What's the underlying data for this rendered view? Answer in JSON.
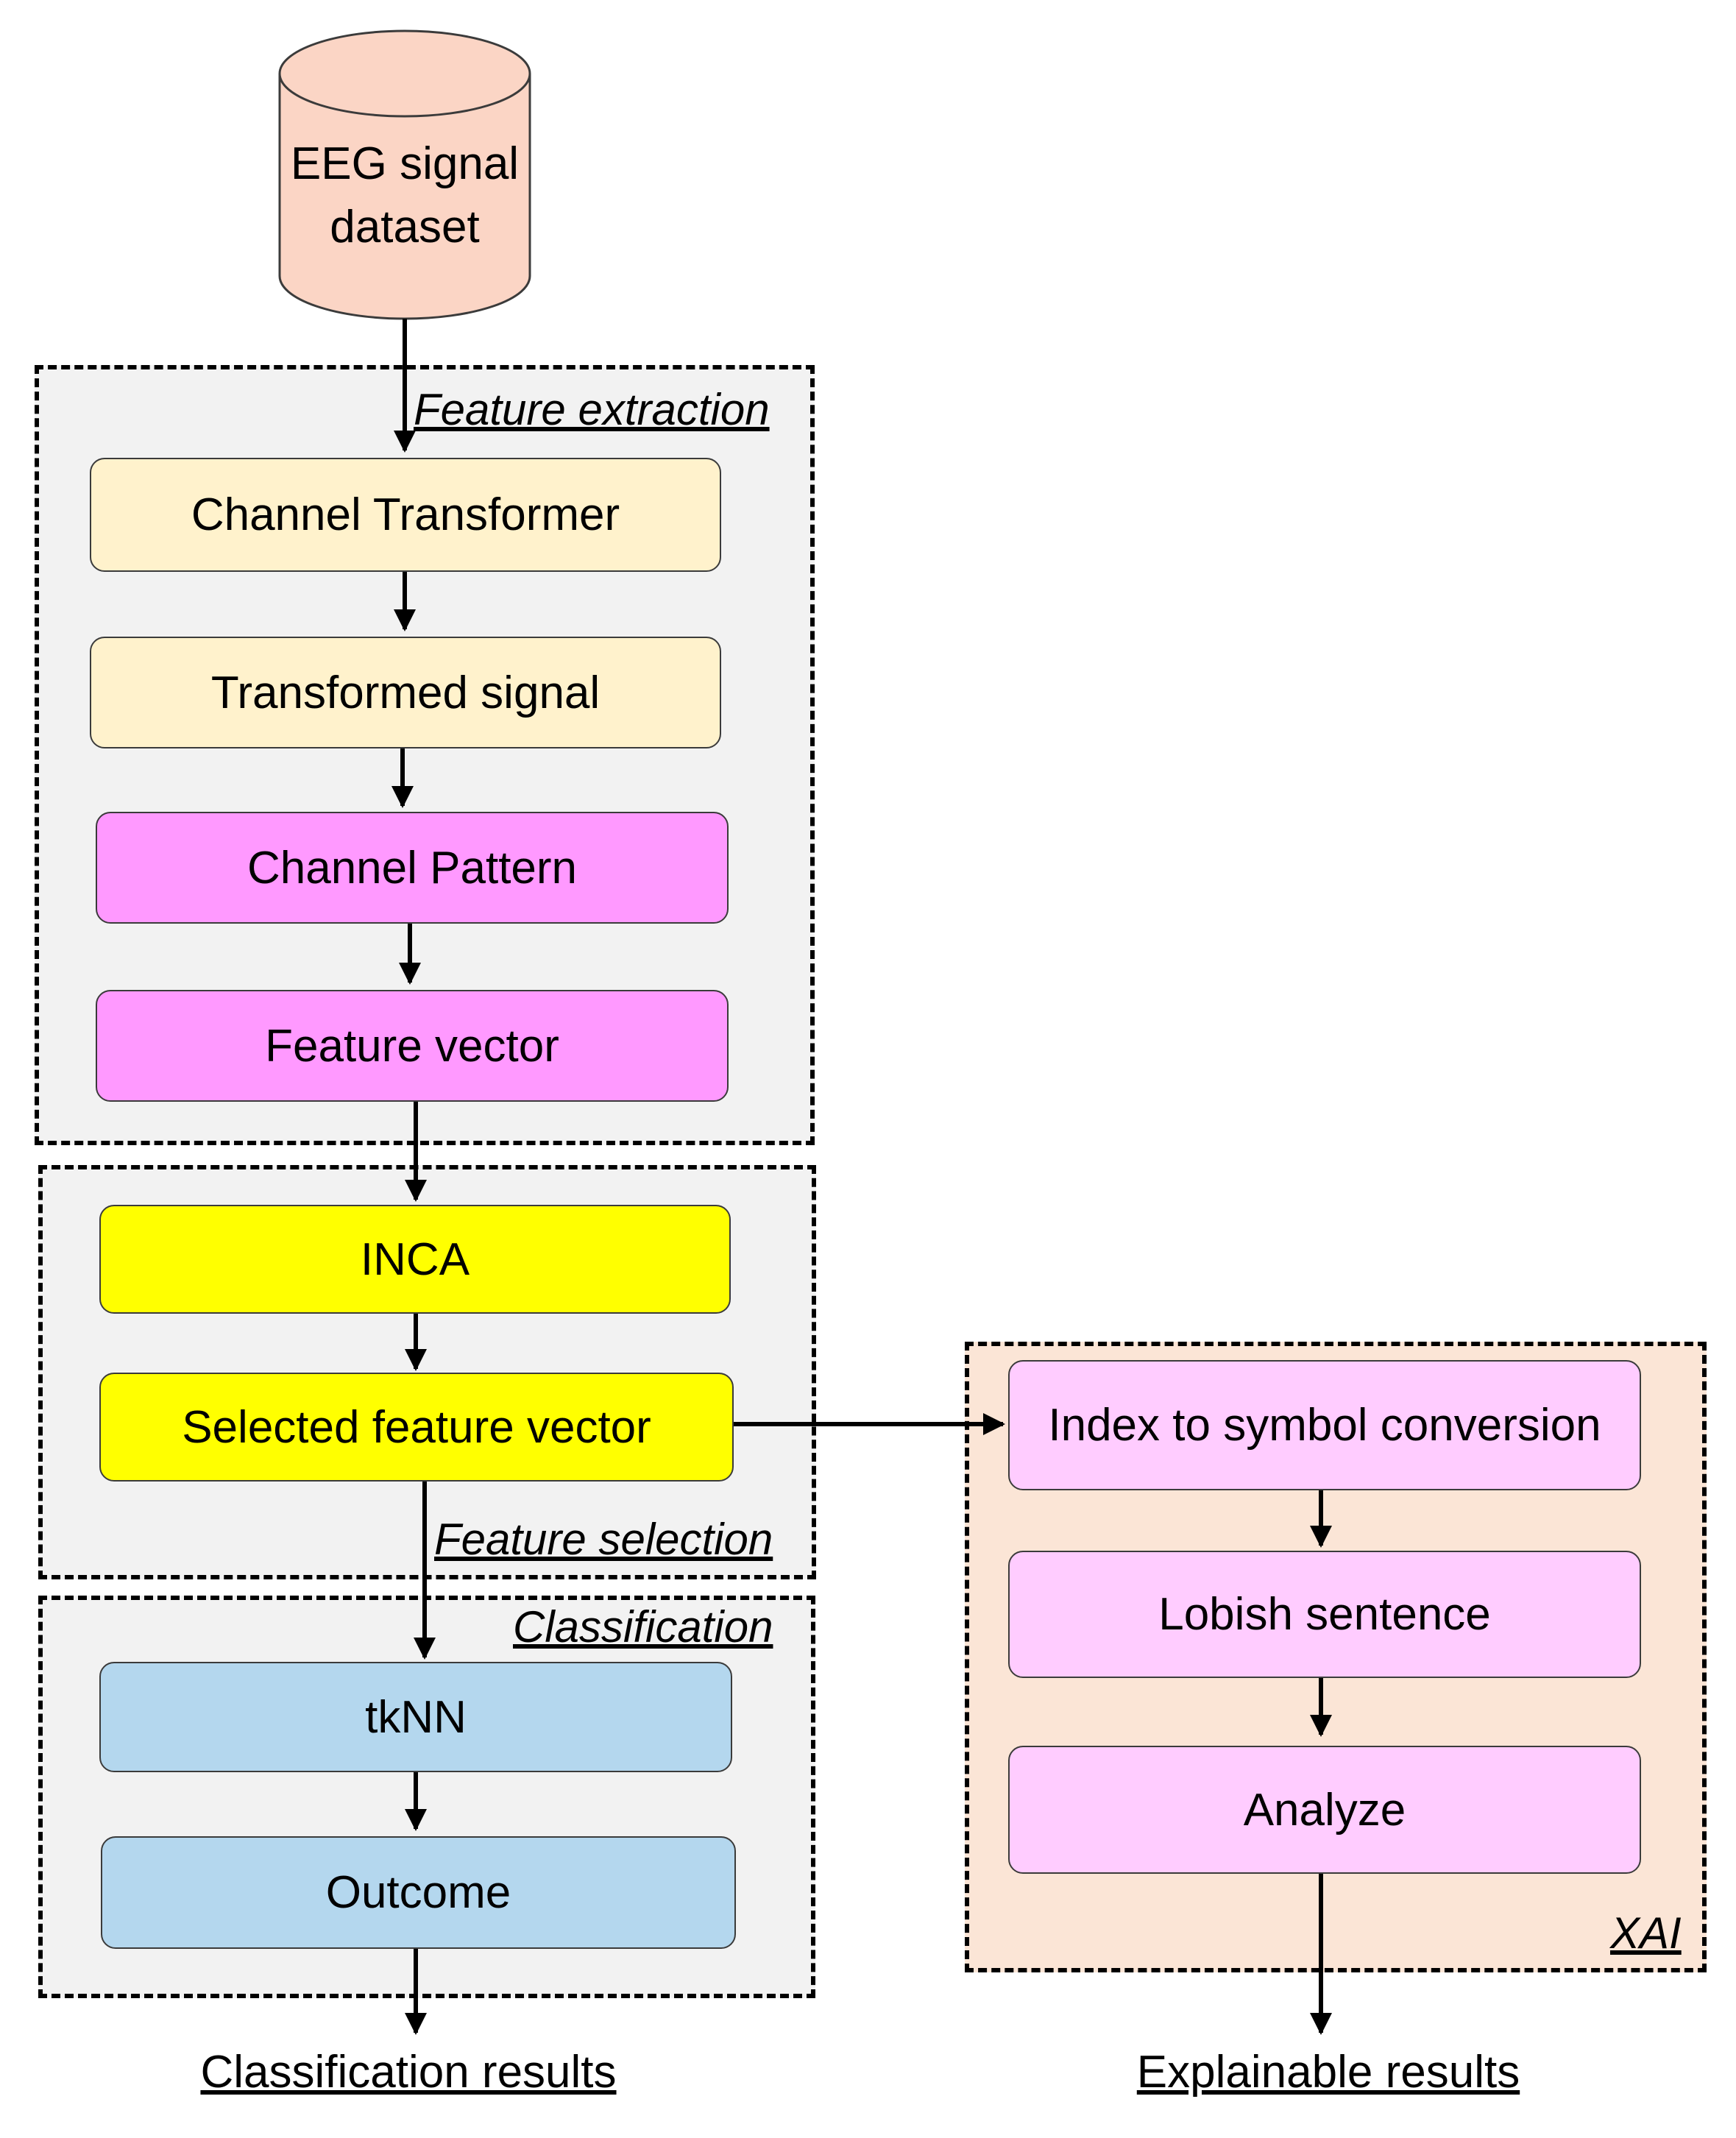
{
  "database": {
    "label_line1": "EEG signal",
    "label_line2": "dataset"
  },
  "groups": {
    "feature_extraction": "Feature extraction",
    "feature_selection": "Feature selection",
    "classification": "Classification",
    "xai": "XAI"
  },
  "nodes": {
    "channel_transformer": "Channel Transformer",
    "transformed_signal": "Transformed signal",
    "channel_pattern": "Channel Pattern",
    "feature_vector": "Feature vector",
    "inca": "INCA",
    "selected_feature_vector": "Selected feature vector",
    "tknn": "tkNN",
    "outcome": "Outcome",
    "index_to_symbol": "Index to symbol conversion",
    "lobish_sentence": "Lobish sentence",
    "analyze": "Analyze"
  },
  "results": {
    "classification": "Classification results",
    "explainable": "Explainable results"
  },
  "colors": {
    "group_gray": "#f2f2f2",
    "group_xai": "#fbe5d6",
    "database": "#fbd5c5",
    "beige": "#fff2cc",
    "magenta": "#ff99ff",
    "yellow": "#ffff00",
    "blue": "#b4d7ee",
    "pink": "#ffccff"
  }
}
